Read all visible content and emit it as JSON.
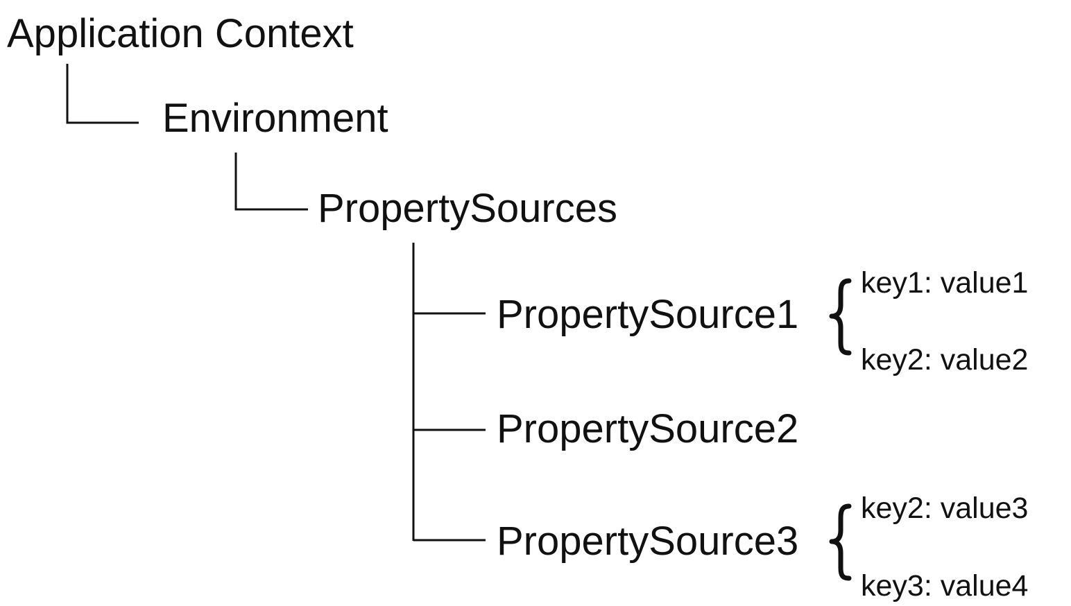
{
  "diagram": {
    "root": {
      "label": "Application Context"
    },
    "environment": {
      "label": "Environment"
    },
    "property_sources": {
      "label": "PropertySources"
    },
    "sources": [
      {
        "label": "PropertySource1",
        "entries": [
          "key1: value1",
          "key2: value2"
        ]
      },
      {
        "label": "PropertySource2",
        "entries": []
      },
      {
        "label": "PropertySource3",
        "entries": [
          "key2: value3",
          "key3: value4"
        ]
      }
    ]
  }
}
